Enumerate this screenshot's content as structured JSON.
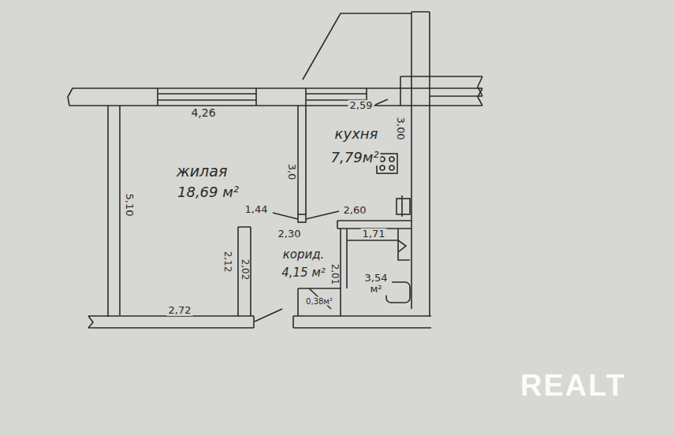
{
  "diagram": {
    "labels": [
      "4,26",
      "2,59",
      "кухня",
      "3,00",
      "7,79м²",
      "жилая",
      "18,69 м²",
      "3,0",
      "5,10",
      "1,44",
      "2,30",
      "2,60",
      "корид.",
      "4,15 м²",
      "1,71",
      "2,12",
      "2,02",
      "2,01",
      "3,54 м²",
      "0,38м²",
      "2,72",
      "REALT"
    ]
  }
}
